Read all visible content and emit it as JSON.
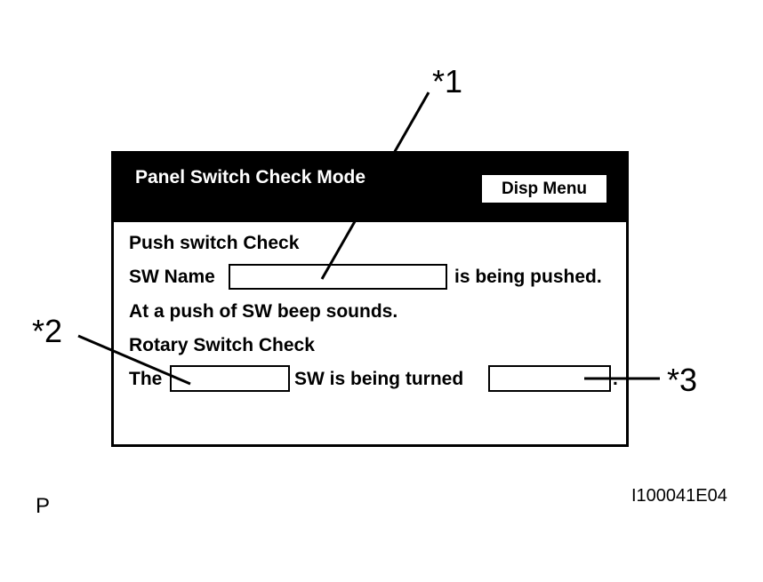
{
  "callouts": {
    "one": "*1",
    "two": "*2",
    "three": "*3"
  },
  "screen": {
    "title": "Panel Switch Check Mode",
    "menu_button": "Disp Menu",
    "push_section_title": "Push switch Check",
    "sw_name_label": "SW Name",
    "being_pushed_text": "is being pushed.",
    "beep_text": "At a push of SW beep sounds.",
    "rotary_section_title": "Rotary Switch Check",
    "the_label": "The",
    "being_turned_text": "SW is being turned",
    "period": "."
  },
  "footer": {
    "left_mark": "P",
    "figure_code": "I100041E04"
  }
}
